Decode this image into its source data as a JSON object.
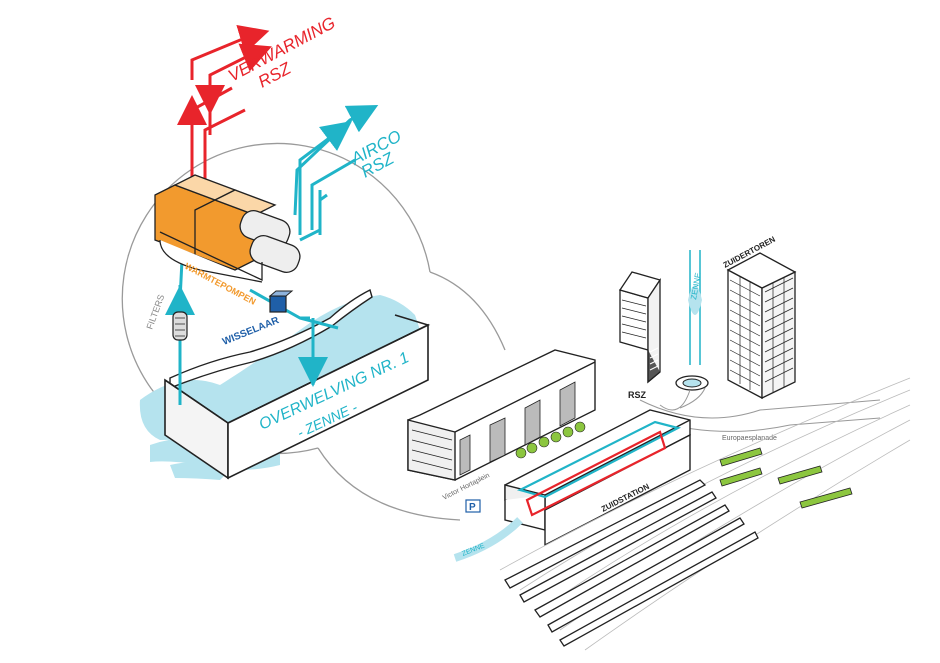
{
  "labels": {
    "verwarming": "VERWARMING",
    "verwarming_rsz": "RSZ",
    "airco": "AIRCO",
    "airco_rsz": "RSZ",
    "filters": "FILTERS",
    "warmtepompen": "WARMTEPOMPEN",
    "wisselaar": "WISSELAAR",
    "overwelving": "OVERWELVING NR. 1",
    "zenne_box": "- ZENNE -",
    "zenne_vertical": "ZENNE",
    "zenne_left": "ZENNE",
    "zuidertoren": "ZUIDERTOREN",
    "rsz": "RSZ",
    "zuidstation": "ZUIDSTATION",
    "europaesplanade": "Europaesplanade",
    "victor_hortaplein": "Victor Hortaplein",
    "parking": "P"
  },
  "colors": {
    "heating": "#e8242b",
    "cooling": "#20b4c8",
    "water": "#b5e3ee",
    "pumps": "#f29a2e",
    "exchanger": "#1f5fa8",
    "outline": "#222222",
    "lens": "#9a9a9a",
    "trees": "#8cc63f"
  }
}
